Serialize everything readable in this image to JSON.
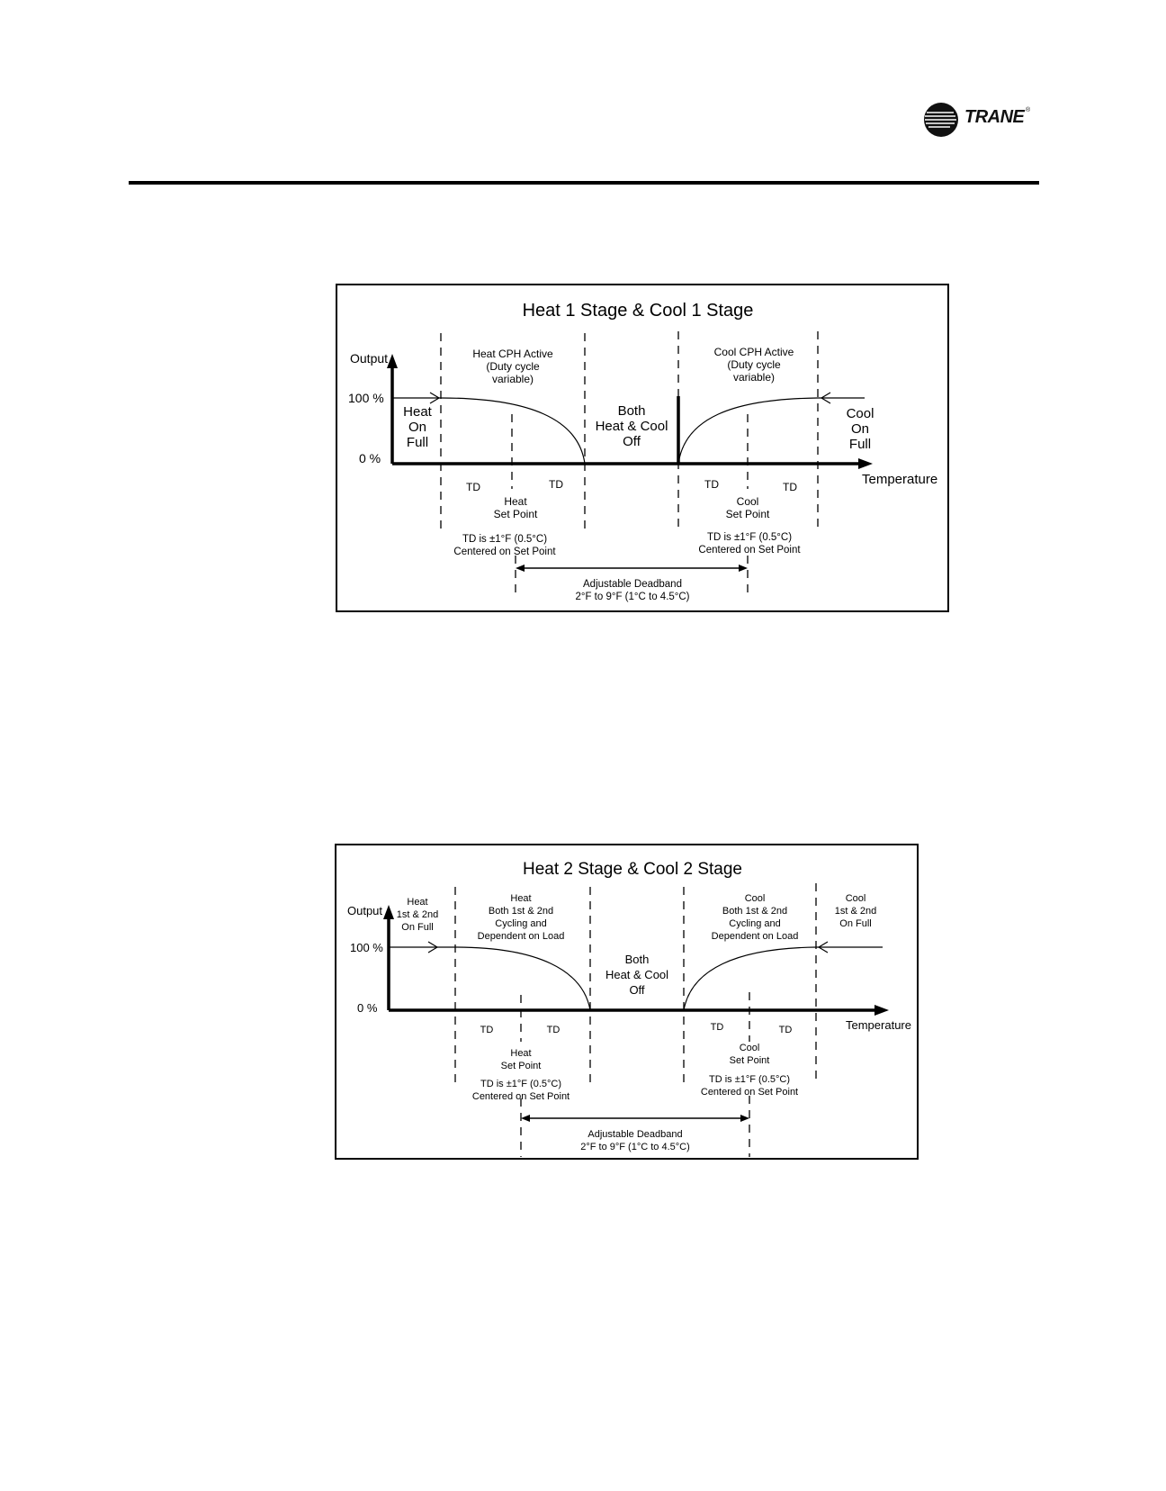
{
  "brand": {
    "name": "TRANE",
    "colors": {
      "logo": "#111111"
    }
  },
  "diagram1": {
    "title": "Heat 1 Stage & Cool 1 Stage",
    "y_axis_label": "Output",
    "y_100": "100 %",
    "y_0": "0 %",
    "x_axis_label": "Temperature",
    "heat_full": [
      "Heat",
      "On",
      "Full"
    ],
    "heat_active": [
      "Heat CPH Active",
      "(Duty cycle",
      "variable)"
    ],
    "both_off": [
      "Both",
      "Heat & Cool",
      "Off"
    ],
    "cool_active": [
      "Cool CPH Active",
      "(Duty cycle",
      "variable)"
    ],
    "cool_full": [
      "Cool",
      "On",
      "Full"
    ],
    "td": "TD",
    "heat_setpoint": [
      "Heat",
      "Set Point"
    ],
    "cool_setpoint": [
      "Cool",
      "Set Point"
    ],
    "td_note": [
      "TD is ±1°F (0.5°C)",
      "Centered on Set Point"
    ],
    "deadband": [
      "Adjustable Deadband",
      "2°F to 9°F (1°C to 4.5°C)"
    ]
  },
  "diagram2": {
    "title": "Heat 2 Stage & Cool 2 Stage",
    "y_axis_label": "Output",
    "y_100": "100 %",
    "y_0": "0 %",
    "x_axis_label": "Temperature",
    "heat_full": [
      "Heat",
      "1st & 2nd",
      "On Full"
    ],
    "heat_active": [
      "Heat",
      "Both 1st & 2nd",
      "Cycling and",
      "Dependent on Load"
    ],
    "both_off": [
      "Both",
      "Heat & Cool",
      "Off"
    ],
    "cool_active": [
      "Cool",
      "Both 1st & 2nd",
      "Cycling and",
      "Dependent on Load"
    ],
    "cool_full": [
      "Cool",
      "1st & 2nd",
      "On Full"
    ],
    "td": "TD",
    "heat_setpoint": [
      "Heat",
      "Set Point"
    ],
    "cool_setpoint": [
      "Cool",
      "Set Point"
    ],
    "td_note": [
      "TD is ±1°F (0.5°C)",
      "Centered on Set Point"
    ],
    "deadband": [
      "Adjustable Deadband",
      "2°F to 9°F (1°C to 4.5°C)"
    ]
  }
}
